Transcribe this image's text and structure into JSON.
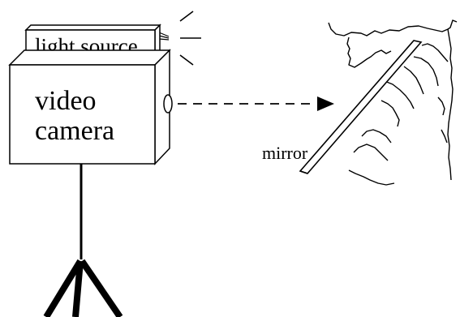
{
  "labels": {
    "light_source": "light source",
    "camera_line1": "video",
    "camera_line2": "camera",
    "mirror": "mirror"
  },
  "colors": {
    "ink": "#000000",
    "background": "#ffffff"
  }
}
